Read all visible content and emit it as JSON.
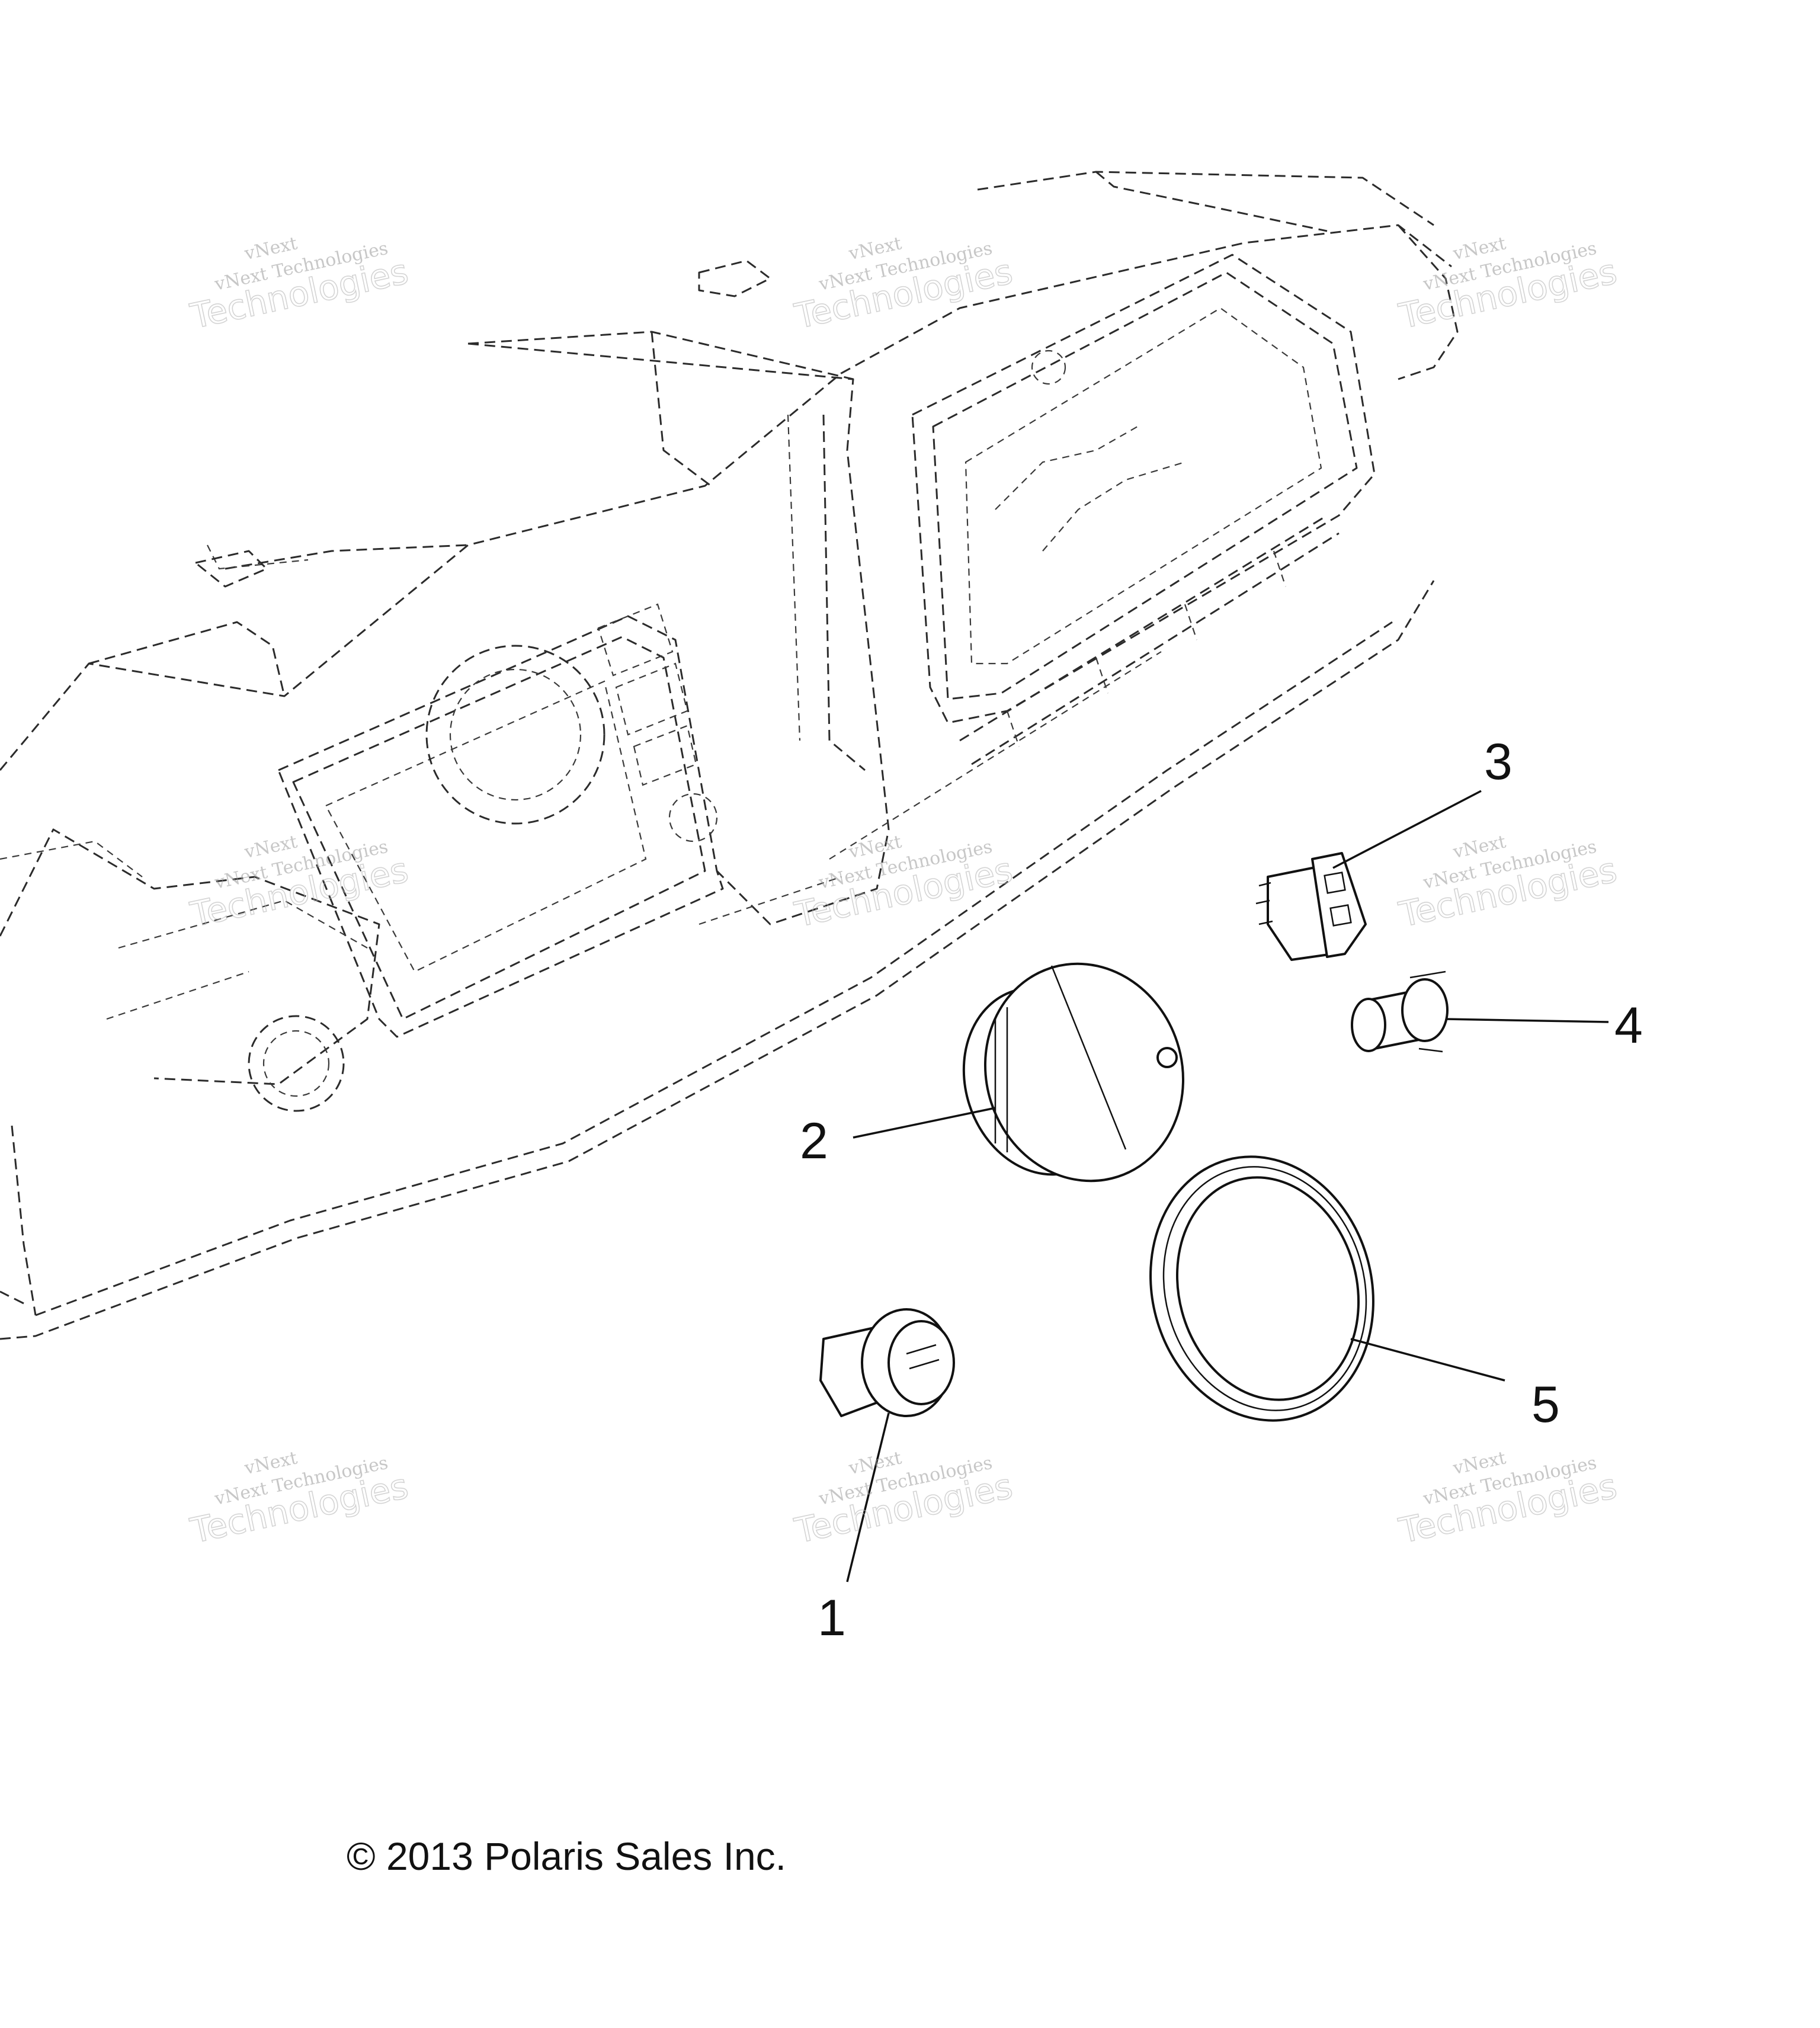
{
  "callouts": [
    "1",
    "2",
    "3",
    "4",
    "5"
  ],
  "watermark": {
    "line1": "vNext",
    "line2": "vNext Technologies",
    "line3": "Technologies"
  },
  "copyright": "© 2013 Polaris Sales Inc."
}
